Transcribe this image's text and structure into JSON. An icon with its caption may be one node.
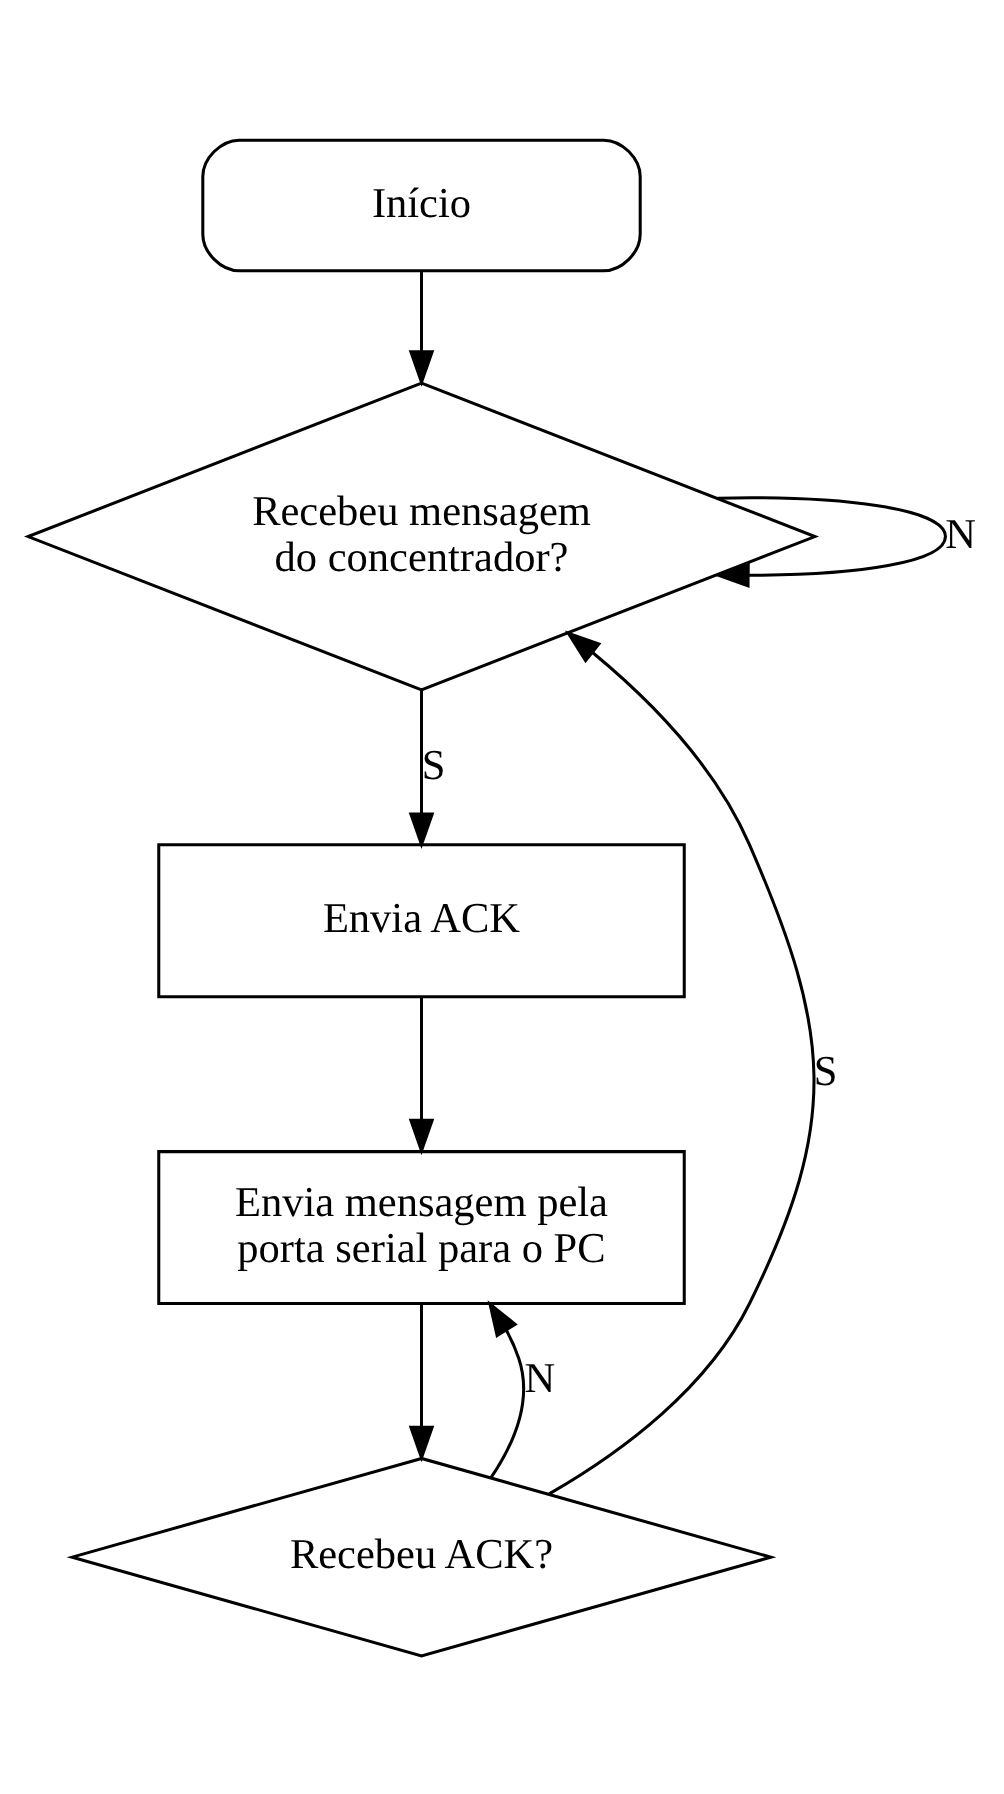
{
  "diagram": {
    "nodes": [
      {
        "text": [
          "Início"
        ]
      },
      {
        "text": [
          "Recebeu mensagem do concentrador?"
        ]
      },
      {
        "text": [
          "Envia ACK"
        ]
      },
      {
        "text": [
          "Envia mensagem pela porta serial para o PC"
        ]
      },
      {
        "text": [
          "Recebeu ACK?"
        ]
      }
    ],
    "edges": [
      {
        "from": 0,
        "to": 1,
        "arrow": "to"
      },
      {
        "from": 1,
        "to": 1,
        "arrow": "to",
        "label": "N"
      },
      {
        "from": 1,
        "to": 2,
        "arrow": "to",
        "label": "S"
      },
      {
        "from": 2,
        "to": 3,
        "arrow": "to"
      },
      {
        "from": 3,
        "to": 4,
        "arrow": "to"
      },
      {
        "from": 4,
        "to": 3,
        "arrow": "to",
        "label": "N"
      },
      {
        "from": 4,
        "to": 1,
        "arrow": "to",
        "label": "S"
      }
    ]
  }
}
